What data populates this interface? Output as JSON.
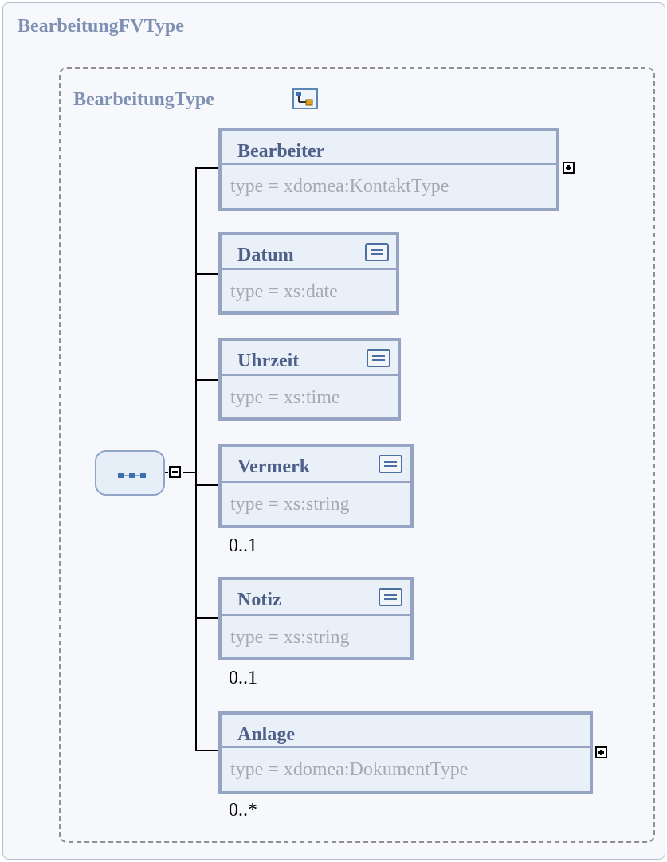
{
  "outer_type": "BearbeitungFVType",
  "inner_type": "BearbeitungType",
  "icons": {
    "type_icon": "complex-type-icon",
    "sequence_icon": "sequence-compositor-icon",
    "documentation_icon": "documentation-icon",
    "expand_icon": "expand-plus-icon",
    "collapse_icon": "collapse-minus-icon"
  },
  "elements": [
    {
      "name": "Bearbeiter",
      "type": "type  =  xdomea:KontaktType",
      "cardinality": ""
    },
    {
      "name": "Datum",
      "type": "type  =  xs:date",
      "cardinality": ""
    },
    {
      "name": "Uhrzeit",
      "type": "type  =  xs:time",
      "cardinality": ""
    },
    {
      "name": "Vermerk",
      "type": "type  =  xs:string",
      "cardinality": "0..1"
    },
    {
      "name": "Notiz",
      "type": "type  =  xs:string",
      "cardinality": "0..1"
    },
    {
      "name": "Anlage",
      "type": "type  =  xdomea:DokumentType",
      "cardinality": "0..*"
    }
  ],
  "colors": {
    "title": "#7f90b3",
    "element_border": "#94a4c2",
    "element_fill": "#eaf0f8",
    "element_name": "#4e5f8a",
    "type_text": "#a4a9b6"
  }
}
